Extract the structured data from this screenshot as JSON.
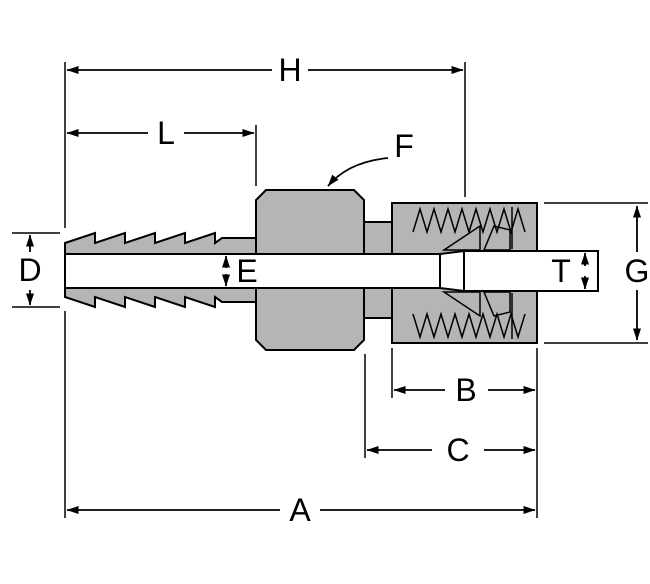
{
  "diagram": {
    "description": "Cross-section technical drawing of a barbed hose adapter with a compression tube-fitting nut, annotated with dimension callouts",
    "colors": {
      "background": "#ffffff",
      "part_fill": "#b5b5b5",
      "ferrule_fill": "#8f8f8f",
      "line_color": "#000000"
    },
    "dimensions": {
      "H": {
        "label": "H"
      },
      "L": {
        "label": "L"
      },
      "F": {
        "label": "F"
      },
      "D": {
        "label": "D"
      },
      "E": {
        "label": "E"
      },
      "T": {
        "label": "T"
      },
      "G": {
        "label": "G"
      },
      "B": {
        "label": "B"
      },
      "C": {
        "label": "C"
      },
      "A": {
        "label": "A"
      }
    }
  }
}
